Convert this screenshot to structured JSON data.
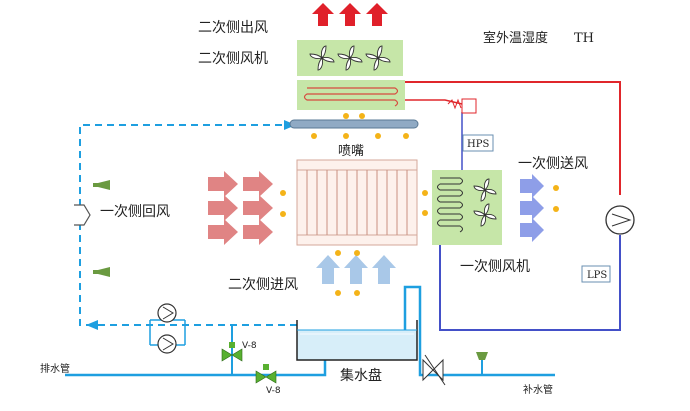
{
  "labels": {
    "secondary_outlet_air": "二次侧出风",
    "secondary_fan": "二次侧风机",
    "outdoor_temp_humidity": "室外温湿度",
    "th": "TH",
    "nozzle": "喷嘴",
    "hps": "HPS",
    "primary_supply_air": "一次侧送风",
    "primary_return_air": "一次侧回风",
    "primary_fan": "一次侧风机",
    "secondary_inlet_air": "二次侧进风",
    "lps": "LPS",
    "drain_pipe": "排水管",
    "water_tray": "集水盘",
    "makeup_pipe": "补水管"
  },
  "colors": {
    "refrigerant_hot": "#e0262b",
    "refrigerant_cold": "#4350c8",
    "water": "#1e9fe0",
    "coil_panel": "#c6e6a8",
    "exhaust_arrow": "#e0202a",
    "return_arrow": "#e08484",
    "inlet_arrow": "#a9c8e8",
    "supply_arrow": "#8e9ee8",
    "droplet": "#f4b318",
    "tray_water": "#d7eef9"
  }
}
